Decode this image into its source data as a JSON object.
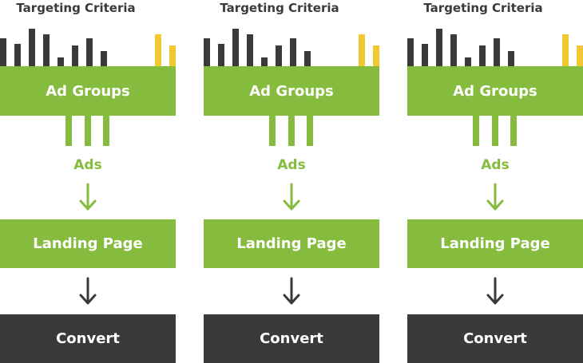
{
  "colors": {
    "green": "#86bc3e",
    "dark": "#3a3a3a",
    "yellow": "#f2c832",
    "white": "#ffffff"
  },
  "columns": [
    {
      "criteria_title": "Targeting Criteria",
      "ad_groups_label": "Ad Groups",
      "ads_label": "Ads",
      "landing_page_label": "Landing Page",
      "convert_label": "Convert"
    },
    {
      "criteria_title": "Targeting Criteria",
      "ad_groups_label": "Ad Groups",
      "ads_label": "Ads",
      "landing_page_label": "Landing Page",
      "convert_label": "Convert"
    },
    {
      "criteria_title": "Targeting Criteria",
      "ad_groups_label": "Ad Groups",
      "ads_label": "Ads",
      "landing_page_label": "Landing Page",
      "convert_label": "Convert"
    }
  ]
}
